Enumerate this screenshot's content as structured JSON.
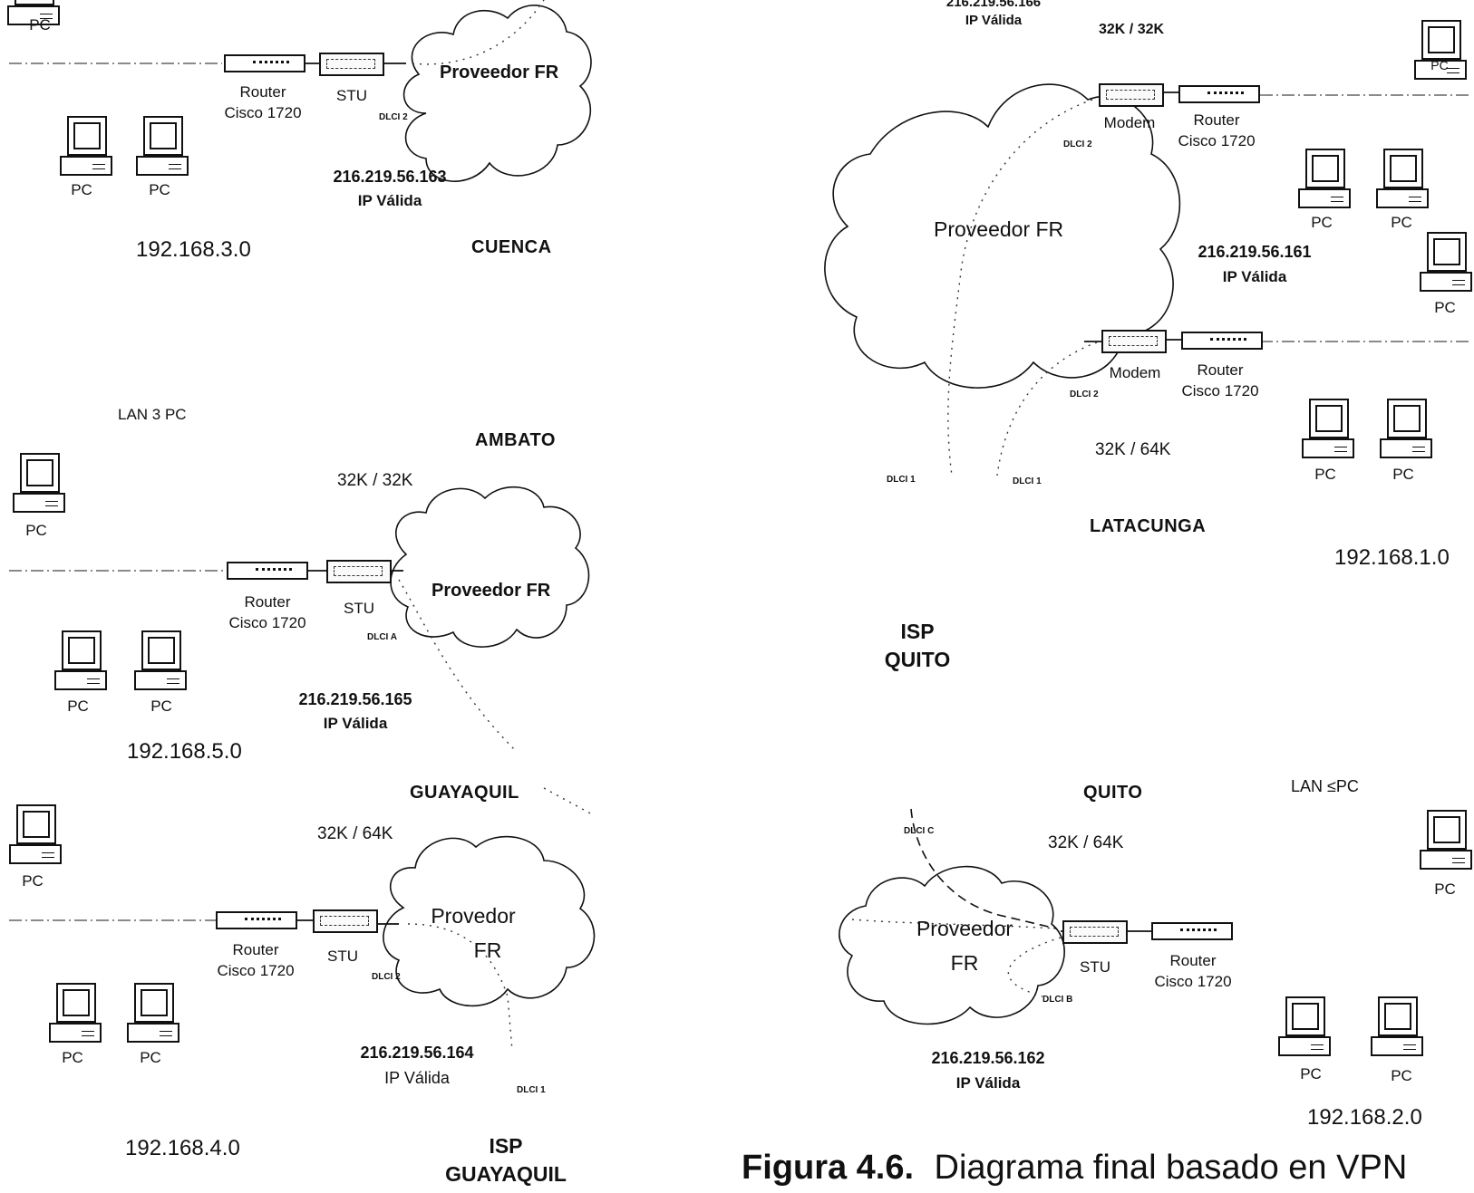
{
  "caption": {
    "number": "Figura 4.6.",
    "text": "Diagrama final  basado en VPN"
  },
  "cities": {
    "cuenca": "CUENCA",
    "ambato": "AMBATO",
    "guayaquil": "GUAYAQUIL",
    "latacunga": "LATACUNGA",
    "quito": "QUITO"
  },
  "isp": {
    "quito_line1": "ISP",
    "quito_line2": "QUITO",
    "guayaquil_line1": "ISP",
    "guayaquil_line2": "GUAYAQUIL"
  },
  "networks": {
    "cuenca": "192.168.3.0",
    "ambato": "192.168.5.0",
    "guayaquil": "192.168.4.0",
    "latacunga": "192.168.1.0",
    "quito": "192.168.2.0"
  },
  "public_ips": {
    "top": "216.219.56.166",
    "cuenca": "216.219.56.163",
    "ambato": "216.219.56.165",
    "guayaquil": "216.219.56.164",
    "latacunga": "216.219.56.161",
    "quito": "216.219.56.162",
    "valid_label": "IP Válida"
  },
  "speeds": {
    "top": "32K / 32K",
    "ambato": "32K / 32K",
    "guayaquil": "32K / 64K",
    "latacunga": "32K / 64K",
    "quito": "32K / 64K"
  },
  "clouds": {
    "cuenca": "Proveedor FR",
    "ambato": "Proveedor FR",
    "guayaquil_line1": "Provedor",
    "guayaquil_line2": "FR",
    "latacunga": "Proveedor FR",
    "quito_line1": "Proveedor",
    "quito_line2": "FR"
  },
  "devices": {
    "router_line1": "Router",
    "router_line2": "Cisco 1720",
    "stu": "STU",
    "modem": "Modem",
    "pc": "PC"
  },
  "dlci": {
    "cuenca": "DLCI 2",
    "ambato": "DLCI  A",
    "guayaquil": "DLCI 2",
    "guayaquil_isp": "DLCI 1",
    "latacunga_top": "DLCI 2",
    "latacunga_bottom": "DLCI 2",
    "isp_left": "DLCI  1",
    "isp_right": "DLCI 1",
    "quito_c": "DLCI C",
    "quito_b": "DLCI B"
  },
  "lan_labels": {
    "left": "LAN 3 PC",
    "right": "LAN ≤PC"
  }
}
